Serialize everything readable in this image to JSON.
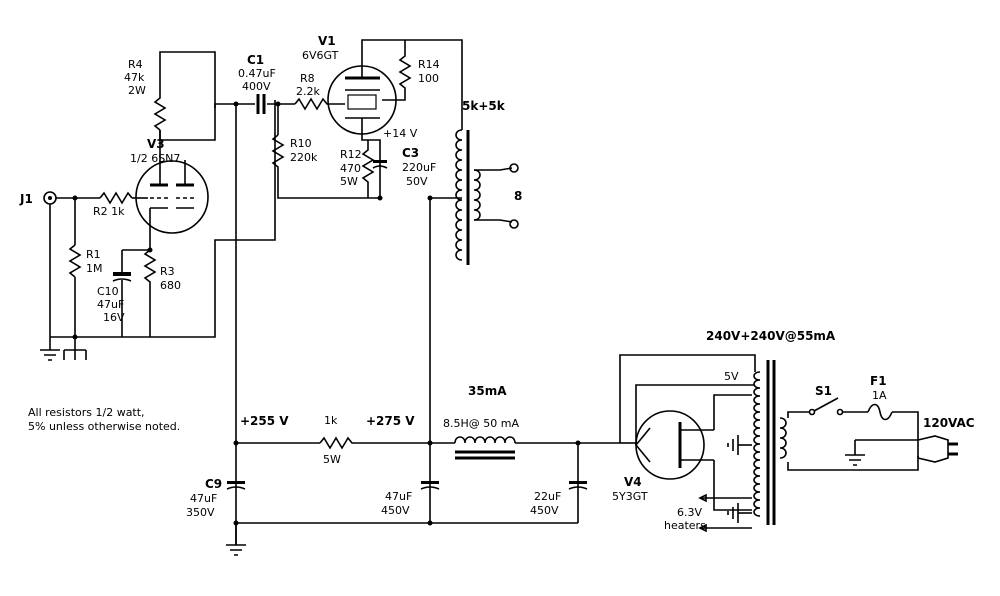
{
  "labels": {
    "j1": "J1",
    "r1": "R1",
    "r1v": "1M",
    "r2": "R2 1k",
    "r3": "R3",
    "r3v": "680",
    "c10": "C10",
    "c10v": "47uF",
    "c10w": "16V",
    "v3": "V3",
    "v3t": "1/2 6SN7",
    "r4": "R4",
    "r4v": "47k",
    "r4w": "2W",
    "c1": "C1",
    "c1v": "0.47uF",
    "c1w": "400V",
    "r8": "R8",
    "r8v": "2.2k",
    "v1": "V1",
    "v1t": "6V6GT",
    "r14": "R14",
    "r14v": "100",
    "r10": "R10",
    "r10v": "220k",
    "v14": "+14 V",
    "r12": "R12",
    "r12v": "470",
    "r12w": "5W",
    "c3": "C3",
    "c3v": "220uF",
    "c3w": "50V",
    "opt": "5k+5k",
    "spk": "8",
    "ptx": "240V+240V@55mA",
    "v5": "5V",
    "s1": "S1",
    "f1": "F1",
    "f1v": "1A",
    "ac": "120VAC",
    "v4": "V4",
    "v4t": "5Y3GT",
    "heat1": "6.3V",
    "heat2": "heaters",
    "b255": "+255 V",
    "r1k": "1k",
    "r1kw": "5W",
    "b275": "+275 V",
    "ma35": "35mA",
    "choke": "8.5H@ 50 mA",
    "c9": "C9",
    "c9v": "47uF",
    "c9w": "350V",
    "c47": "47uF",
    "c47w": "450V",
    "c22": "22uF",
    "c22w": "450V",
    "note1": "All resistors 1/2 watt,",
    "note2": "5% unless otherwise noted."
  }
}
